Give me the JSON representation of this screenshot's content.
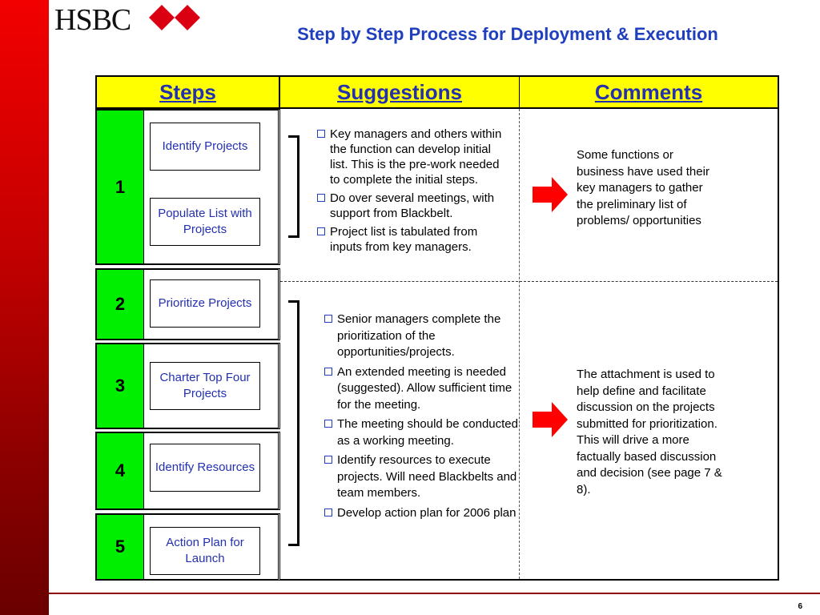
{
  "logo": {
    "text": "HSBC"
  },
  "slide": {
    "title": "Step by Step Process for Deployment & Execution",
    "page_number": "6"
  },
  "colors": {
    "accent_red": "#db0011",
    "title_blue": "#1f3fbf",
    "header_yellow": "#ffff00",
    "step_green": "#00ee00"
  },
  "table": {
    "headers": {
      "steps": "Steps",
      "suggestions": "Suggestions",
      "comments": "Comments"
    },
    "steps": [
      {
        "number": "1",
        "boxes": [
          "Identify Projects",
          "Populate List with Projects"
        ]
      },
      {
        "number": "2",
        "boxes": [
          "Prioritize Projects"
        ]
      },
      {
        "number": "3",
        "boxes": [
          "Charter Top Four Projects"
        ]
      },
      {
        "number": "4",
        "boxes": [
          "Identify Resources"
        ]
      },
      {
        "number": "5",
        "boxes": [
          "Action Plan for Launch"
        ]
      }
    ],
    "suggestions_group1": [
      "Key managers and others within the function can develop initial list. This is the pre-work needed to complete the initial steps.",
      "Do over several meetings, with support from Blackbelt.",
      "Project list is tabulated from inputs from key managers."
    ],
    "suggestions_group2": [
      "Senior managers complete the prioritization of the opportunities/projects.",
      "An extended meeting is needed (suggested). Allow sufficient time for the meeting.",
      "The meeting should be conducted as a working meeting.",
      "Identify resources to execute projects. Will need Blackbelts and team members.",
      "Develop action plan for 2006 plan"
    ],
    "comments": [
      "Some functions or business have used their key managers to gather the preliminary list of problems/ opportunities",
      "The attachment is used to help define and facilitate discussion on the projects submitted for prioritization. This will drive a more factually based discussion and decision (see page 7 & 8)."
    ]
  }
}
